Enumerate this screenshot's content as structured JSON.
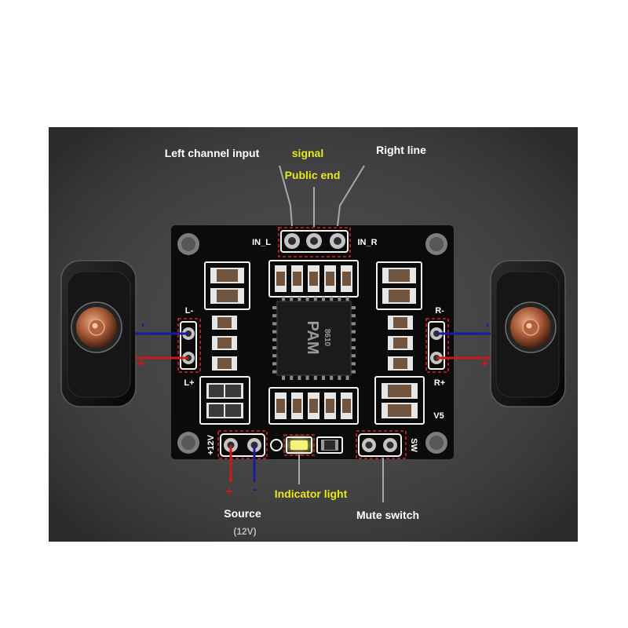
{
  "callouts": {
    "left_channel_input": "Left channel input",
    "signal": "signal",
    "right_line": "Right line",
    "public_end": "Public end",
    "indicator_light": "Indicator light",
    "source": "Source",
    "source_voltage": "(12V)",
    "mute_switch": "Mute switch"
  },
  "board": {
    "in_l": "IN_L",
    "in_r": "IN_R",
    "l_minus": "L-",
    "l_plus": "L+",
    "r_minus": "R-",
    "r_plus": "R+",
    "power": "+12V",
    "mute": "SW",
    "version": "V5",
    "chip_logo": "PAM",
    "chip_marking": "8610"
  },
  "polarity": {
    "left_minus": "-",
    "left_plus": "+",
    "right_minus": "-",
    "right_plus": "+",
    "source_plus": "+",
    "source_minus": "-"
  },
  "colors": {
    "background": "#ffffff",
    "panel": "#3a3a3a",
    "board": "#0b0b0b",
    "label_white": "#ffffff",
    "label_yellow": "#e8e81c",
    "label_gray": "#b8b8b8",
    "wire_red": "#cc1a1a",
    "wire_blue": "#1a1a9e",
    "marker_box": "#d8232a",
    "callout_line": "#a8a8a8",
    "led": "#f6f27a"
  }
}
